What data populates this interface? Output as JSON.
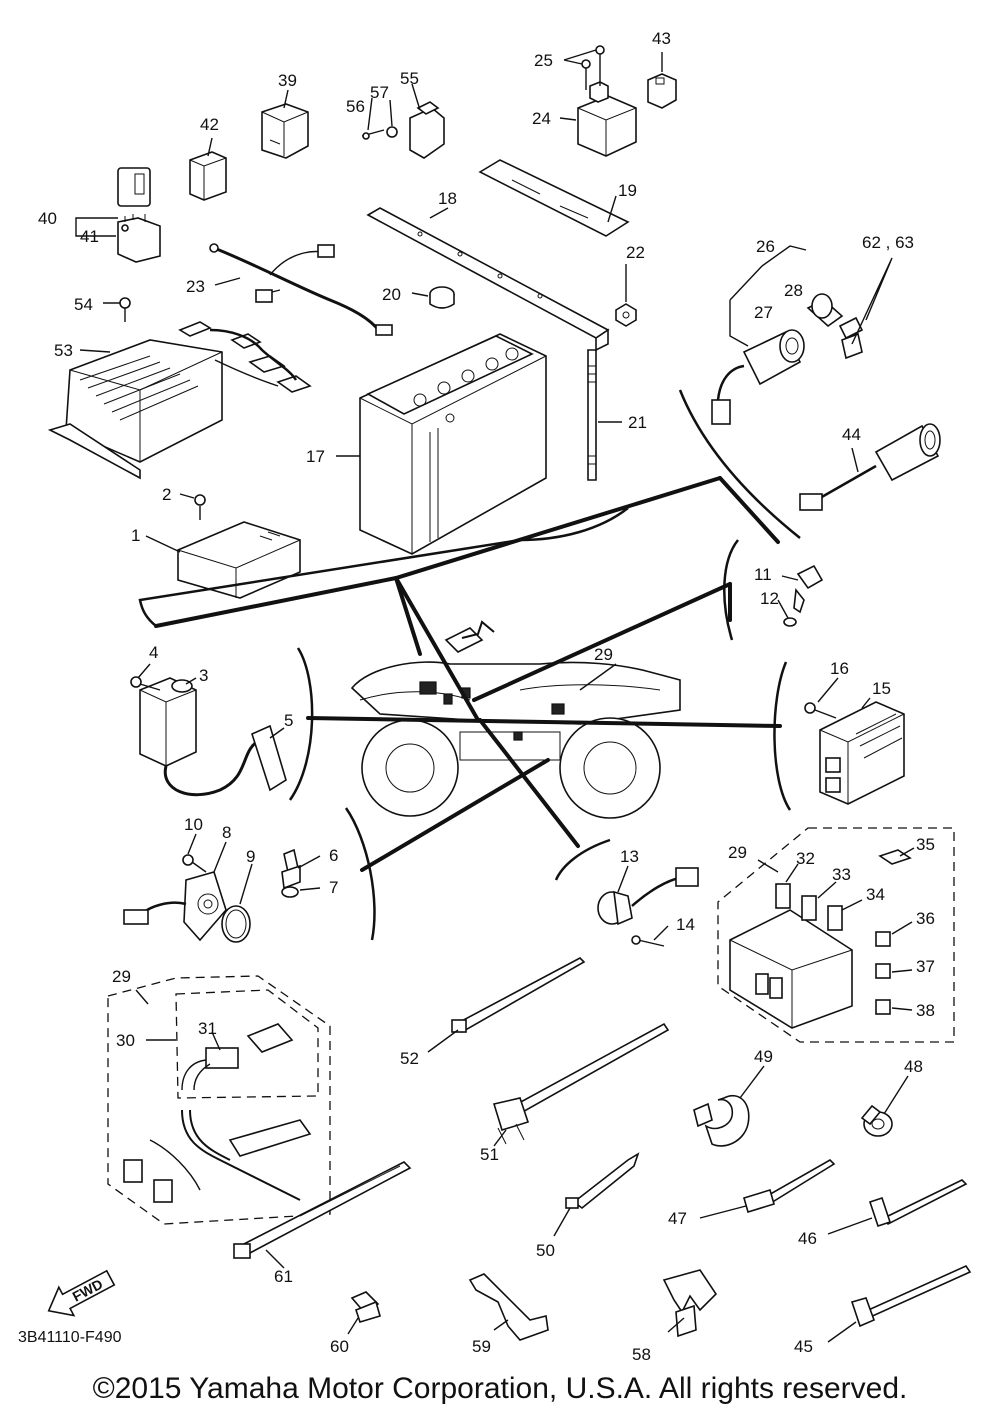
{
  "diagram": {
    "code": "3B41110-F490",
    "fwd_label": "FWD",
    "copyright": "©2015 Yamaha Motor Corporation, U.S.A. All rights reserved.",
    "part_numbers": {
      "p1": "1",
      "p2": "2",
      "p3": "3",
      "p4": "4",
      "p5": "5",
      "p6": "6",
      "p7": "7",
      "p8": "8",
      "p9": "9",
      "p10": "10",
      "p11": "11",
      "p12": "12",
      "p13": "13",
      "p14": "14",
      "p15": "15",
      "p16": "16",
      "p17": "17",
      "p18": "18",
      "p19": "19",
      "p20": "20",
      "p21": "21",
      "p22": "22",
      "p23": "23",
      "p24": "24",
      "p25": "25",
      "p26": "26",
      "p27": "27",
      "p28": "28",
      "p29a": "29",
      "p29b": "29",
      "p29c": "29",
      "p30": "30",
      "p31": "31",
      "p32": "32",
      "p33": "33",
      "p34": "34",
      "p35": "35",
      "p36": "36",
      "p37": "37",
      "p38": "38",
      "p39": "39",
      "p40": "40",
      "p41": "41",
      "p42": "42",
      "p43": "43",
      "p44": "44",
      "p45": "45",
      "p46": "46",
      "p47": "47",
      "p48": "48",
      "p49": "49",
      "p50": "50",
      "p51": "51",
      "p52": "52",
      "p53": "53",
      "p54": "54",
      "p55": "55",
      "p56": "56",
      "p57": "57",
      "p58": "58",
      "p59": "59",
      "p60": "60",
      "p61": "61",
      "p62_63": "62 , 63"
    }
  }
}
